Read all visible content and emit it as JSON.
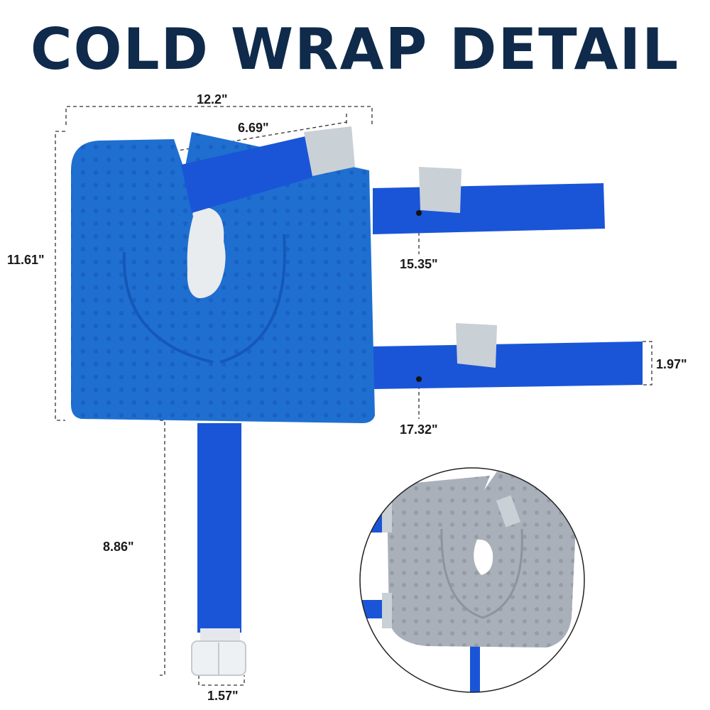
{
  "title": "COLD WRAP DETAIL",
  "dimensions": {
    "overall_width": "12.2\"",
    "top_strap": "6.69\"",
    "height": "11.61\"",
    "upper_strap": "15.35\"",
    "lower_strap": "17.32\"",
    "strap_width": "1.97\"",
    "tube_length": "8.86\"",
    "tube_width": "1.57\""
  },
  "colors": {
    "title": "#0f2a4a",
    "wrap_blue": "#1f6fd1",
    "strap_blue": "#1a55d8",
    "back_gray": "#a9b0ba",
    "velcro": "#c9d0d6"
  }
}
